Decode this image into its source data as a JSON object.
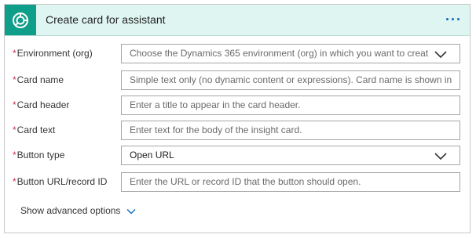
{
  "header": {
    "title": "Create card for assistant",
    "accent": "#0f9e8a",
    "background": "#dff5f1",
    "app_icon": "dynamics-logo-icon",
    "more_icon": "more-options-icon"
  },
  "fields": [
    {
      "label": "Environment (org)",
      "required_mark": "*",
      "text": "Choose the Dynamics 365 environment (org) in which you want to creat",
      "kind": "dropdown-placeholder"
    },
    {
      "label": "Card name",
      "required_mark": "*",
      "text": "Simple text only (no dynamic content or expressions). Card name is shown in",
      "kind": "placeholder"
    },
    {
      "label": "Card header",
      "required_mark": "*",
      "text": "Enter a title to appear in the card header.",
      "kind": "placeholder"
    },
    {
      "label": "Card text",
      "required_mark": "*",
      "text": "Enter text for the body of the insight card.",
      "kind": "placeholder"
    },
    {
      "label": "Button type",
      "required_mark": "*",
      "text": "Open URL",
      "kind": "dropdown-value"
    },
    {
      "label": "Button URL/record ID",
      "required_mark": "*",
      "text": "Enter the URL or record ID that the button should open.",
      "kind": "placeholder"
    }
  ],
  "advanced": {
    "label": "Show advanced options",
    "icon": "chevron-down-icon"
  },
  "colors": {
    "required": "#c4314b",
    "link": "#0f6cbd"
  }
}
